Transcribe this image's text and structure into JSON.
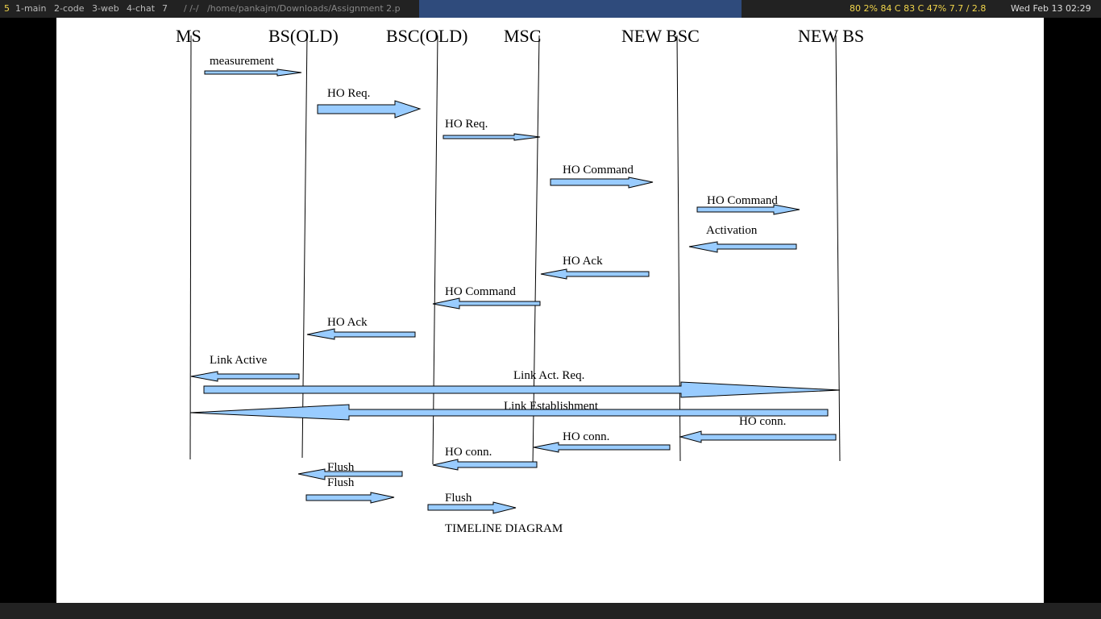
{
  "topbar": {
    "workspaces": [
      {
        "id": "5",
        "label": "5",
        "current": true
      },
      {
        "id": "1",
        "label": "1-main"
      },
      {
        "id": "2",
        "label": "2-code"
      },
      {
        "id": "3",
        "label": "3-web"
      },
      {
        "id": "4",
        "label": "4-chat"
      },
      {
        "id": "7",
        "label": "7"
      }
    ],
    "path_prefix": "/ /-/",
    "window_title": "/home/pankajm/Downloads/Assignment 2.p",
    "status": "80 2% 84 C 83 C 47% 7.7 / 2.8",
    "clock": "Wed Feb 13 02:29"
  },
  "diagram": {
    "entities": [
      "MS",
      "BS(OLD)",
      "BSC(OLD)",
      "MSC",
      "NEW BSC",
      "NEW BS"
    ],
    "messages": [
      {
        "id": "m1",
        "label": "measurement",
        "from": "MS",
        "to": "BS(OLD)"
      },
      {
        "id": "m2",
        "label": "HO Req.",
        "from": "BS(OLD)",
        "to": "BSC(OLD)"
      },
      {
        "id": "m3",
        "label": "HO Req.",
        "from": "BSC(OLD)",
        "to": "MSC"
      },
      {
        "id": "m4",
        "label": "HO Command",
        "from": "MSC",
        "to": "NEW BSC"
      },
      {
        "id": "m5",
        "label": "HO Command",
        "from": "NEW BSC",
        "to": "NEW BS"
      },
      {
        "id": "m6",
        "label": "Activation",
        "from": "NEW BS",
        "to": "NEW BSC"
      },
      {
        "id": "m7",
        "label": "HO Ack",
        "from": "NEW BSC",
        "to": "MSC"
      },
      {
        "id": "m8",
        "label": "HO Command",
        "from": "MSC",
        "to": "BSC(OLD)"
      },
      {
        "id": "m9",
        "label": "HO Ack",
        "from": "BSC(OLD)",
        "to": "BS(OLD)"
      },
      {
        "id": "m10",
        "label": "Link Active",
        "from": "BS(OLD)",
        "to": "MS"
      },
      {
        "id": "m11",
        "label": "Link Act. Req.",
        "from": "MS",
        "to": "NEW BS"
      },
      {
        "id": "m12",
        "label": "Link Establishment",
        "from": "NEW BS",
        "to": "MS"
      },
      {
        "id": "m13",
        "label": "HO conn.",
        "from": "NEW BS",
        "to": "NEW BSC"
      },
      {
        "id": "m14",
        "label": "HO conn.",
        "from": "NEW BSC",
        "to": "MSC"
      },
      {
        "id": "m15",
        "label": "HO conn.",
        "from": "MSC",
        "to": "BSC(OLD)"
      },
      {
        "id": "m16",
        "label": "Flush",
        "from": "BSC(OLD)",
        "to": "BS(OLD)"
      },
      {
        "id": "m17",
        "label": "Flush",
        "from": "BS(OLD)",
        "to": "BSC(OLD)"
      },
      {
        "id": "m18",
        "label": "Flush",
        "from": "BSC(OLD)",
        "to": "MSC"
      }
    ],
    "caption": "TIMELINE DIAGRAM"
  },
  "colors": {
    "arrow_fill": "#99ccff",
    "page_bg": "#ffffff",
    "screen_bg": "#000000",
    "bar_bg": "#222222",
    "bar_accent": "#f2d64b",
    "focused_window": "#2f4b7c"
  }
}
